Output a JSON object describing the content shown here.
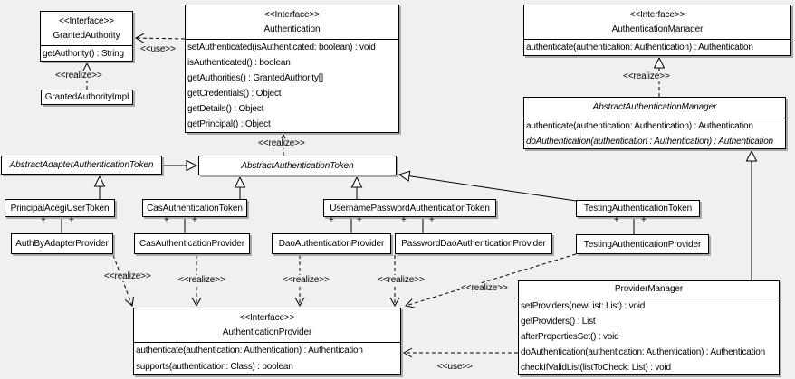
{
  "colors": {
    "background": "#f0f0f0",
    "box_fill": "#ffffff",
    "line": "#000000",
    "shadow": "#a9a9a9"
  },
  "plus": "+",
  "edge_labels": [
    "<<use>>",
    "<<realize>>",
    "<<realize>>",
    "<<realize>>",
    "<<realize>>",
    "<<realize>>",
    "<<realize>>",
    "<<realize>>",
    "<<realize>>",
    "<<use>>"
  ],
  "classes": [
    {
      "stereotype": "<<Interface>>",
      "name": "GrantedAuthority",
      "methods": [
        "getAuthority() : String"
      ]
    },
    {
      "name": "GrantedAuthorityImpl",
      "methods": []
    },
    {
      "stereotype": "<<Interface>>",
      "name": "Authentication",
      "methods": [
        "setAuthenticated(isAuthenticated: boolean) : void",
        "isAuthenticated() : boolean",
        "getAuthorities() : GrantedAuthority[]",
        "getCredentials() : Object",
        "getDetails() : Object",
        "getPrincipal() : Object"
      ]
    },
    {
      "stereotype": "<<Interface>>",
      "name": "AuthenticationManager",
      "methods": [
        "authenticate(authentication: Authentication) : Authentication"
      ]
    },
    {
      "name": "AbstractAuthenticationManager",
      "abstract": true,
      "methods": [
        "authenticate(authentication: Authentication) : Authentication",
        "doAuthentication(authentication : Authentication) : Authentication"
      ]
    },
    {
      "name": "AbstractAdapterAuthenticationToken",
      "abstract": true,
      "methods": []
    },
    {
      "name": "AbstractAuthenticationToken",
      "abstract": true,
      "methods": []
    },
    {
      "name": "PrincipalAcegiUserToken",
      "methods": []
    },
    {
      "name": "CasAuthenticationToken",
      "methods": []
    },
    {
      "name": "UsernamePasswordAuthenticationToken",
      "methods": []
    },
    {
      "name": "TestingAuthenticationToken",
      "methods": []
    },
    {
      "name": "AuthByAdapterProvider",
      "methods": []
    },
    {
      "name": "CasAuthenticationProvider",
      "methods": []
    },
    {
      "name": "DaoAuthenticationProvider",
      "methods": []
    },
    {
      "name": "PasswordDaoAuthenticationProvider",
      "methods": []
    },
    {
      "name": "TestingAuthenticationProvider",
      "methods": []
    },
    {
      "stereotype": "<<Interface>>",
      "name": "AuthenticationProvider",
      "methods": [
        "authenticate(authentication: Authentication) : Authentication",
        "supports(authentication: Class) : boolean"
      ]
    },
    {
      "name": "ProviderManager",
      "methods": [
        "setProviders(newList: List) : void",
        "getProviders() : List",
        "afterPropertiesSet() : void",
        "doAuthentication(authentication: Authentication) : Authentication",
        "checkIfValidList(listToCheck: List) : void"
      ]
    }
  ],
  "relationships": [
    {
      "from": "Authentication",
      "to": "GrantedAuthority",
      "type": "use"
    },
    {
      "from": "GrantedAuthorityImpl",
      "to": "GrantedAuthority",
      "type": "realize"
    },
    {
      "from": "AbstractAuthenticationToken",
      "to": "Authentication",
      "type": "realize"
    },
    {
      "from": "AbstractAuthenticationManager",
      "to": "AuthenticationManager",
      "type": "realize"
    },
    {
      "from": "AbstractAdapterAuthenticationToken",
      "to": "AbstractAuthenticationToken",
      "type": "generalization"
    },
    {
      "from": "PrincipalAcegiUserToken",
      "to": "AbstractAdapterAuthenticationToken",
      "type": "generalization"
    },
    {
      "from": "CasAuthenticationToken",
      "to": "AbstractAuthenticationToken",
      "type": "generalization"
    },
    {
      "from": "UsernamePasswordAuthenticationToken",
      "to": "AbstractAuthenticationToken",
      "type": "generalization"
    },
    {
      "from": "TestingAuthenticationToken",
      "to": "AbstractAuthenticationToken",
      "type": "generalization"
    },
    {
      "from": "ProviderManager",
      "to": "AbstractAuthenticationManager",
      "type": "generalization"
    },
    {
      "from": "PrincipalAcegiUserToken",
      "to": "AuthByAdapterProvider",
      "type": "association",
      "end_labels": [
        "+",
        "+"
      ]
    },
    {
      "from": "CasAuthenticationToken",
      "to": "CasAuthenticationProvider",
      "type": "association",
      "end_labels": [
        "+",
        "+"
      ]
    },
    {
      "from": "UsernamePasswordAuthenticationToken",
      "to": "DaoAuthenticationProvider",
      "type": "association",
      "end_labels": [
        "+",
        "+"
      ]
    },
    {
      "from": "UsernamePasswordAuthenticationToken",
      "to": "PasswordDaoAuthenticationProvider",
      "type": "association",
      "end_labels": [
        "+",
        "+"
      ]
    },
    {
      "from": "TestingAuthenticationToken",
      "to": "TestingAuthenticationProvider",
      "type": "association",
      "end_labels": [
        "+",
        "+"
      ]
    },
    {
      "from": "AuthByAdapterProvider",
      "to": "AuthenticationProvider",
      "type": "realize"
    },
    {
      "from": "CasAuthenticationProvider",
      "to": "AuthenticationProvider",
      "type": "realize"
    },
    {
      "from": "DaoAuthenticationProvider",
      "to": "AuthenticationProvider",
      "type": "realize"
    },
    {
      "from": "PasswordDaoAuthenticationProvider",
      "to": "AuthenticationProvider",
      "type": "realize"
    },
    {
      "from": "TestingAuthenticationProvider",
      "to": "AuthenticationProvider",
      "type": "realize"
    },
    {
      "from": "ProviderManager",
      "to": "AuthenticationProvider",
      "type": "use"
    }
  ]
}
